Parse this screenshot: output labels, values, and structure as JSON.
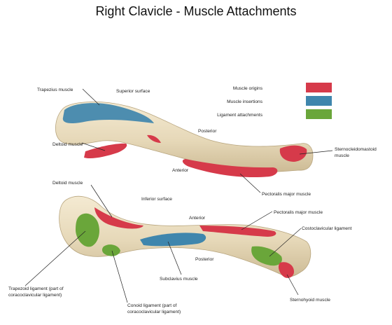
{
  "title": "Right Clavicle - Muscle Attachments",
  "legend": [
    {
      "label": "Muscle origins",
      "color": "#d63a4a"
    },
    {
      "label": "Muscle insertions",
      "color": "#3f86ad"
    },
    {
      "label": "Ligament attachments",
      "color": "#6aa63a"
    }
  ],
  "labels": {
    "trapezius": "Trapezius muscle",
    "superior_surface": "Superior surface",
    "posterior_top": "Posterior",
    "deltoid_top": "Deltoid muscle",
    "anterior_top": "Anterior",
    "sternocleidomastoid_1": "Sternocleidomastoid",
    "sternocleidomastoid_2": "muscle",
    "pectoralis_top": "Pectoralis major muscle",
    "deltoid_bottom": "Deltoid muscle",
    "inferior_surface": "Inferior surface",
    "anterior_bottom": "Anterior",
    "pectoralis_bottom": "Pectoralis major muscle",
    "costoclavicular": "Costoclavicular ligament",
    "posterior_bottom": "Posterior",
    "subclavius": "Subclavius muscle",
    "trapezoid_1": "Trapezoid ligament (part of",
    "trapezoid_2": "coracoclavicular ligament)",
    "conoid_1": "Conoid ligament (part of",
    "conoid_2": "coracoclavicular ligament)",
    "sternohyoid": "Sternohyoid muscle"
  }
}
